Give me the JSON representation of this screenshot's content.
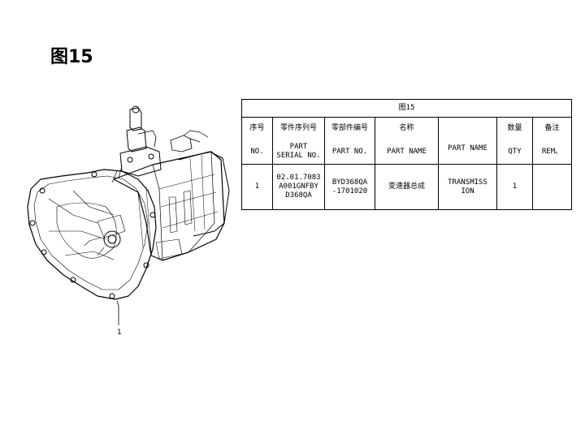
{
  "heading": "图15",
  "table": {
    "caption": "图15",
    "cn_headers": {
      "no": "序号",
      "serial": "零件序列号",
      "part_no": "零部件编号",
      "name": "名称",
      "qty": "数量",
      "remark": "备注"
    },
    "part_name_header": "PART NAME",
    "en_headers": {
      "no": "NO.",
      "serial": "PART SERIAL NO.",
      "part_no": "PART NO.",
      "name": "PART NAME",
      "qty": "QTY",
      "remark": "REM。"
    },
    "rows": [
      {
        "no": "1",
        "serial": "02.01.7083 A001GNFBY D368QA",
        "part_no": "BYD368QA -1701020",
        "name_cn": "变速器总成",
        "name_en": "TRANSMISS ION",
        "qty": "1",
        "remark": ""
      }
    ]
  },
  "drawing": {
    "callout": "1"
  }
}
